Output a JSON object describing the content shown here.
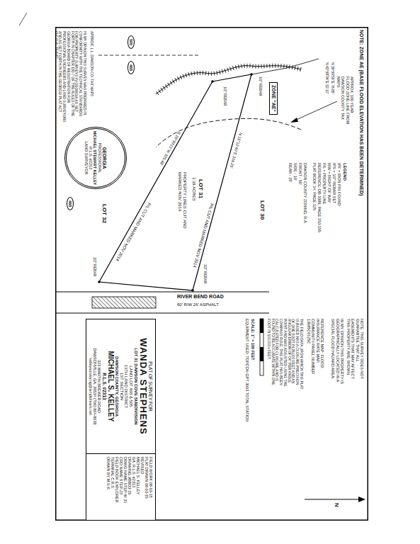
{
  "diagram": {
    "nodes": [
      {
        "text": [
          "PLAT OF SURVEY FOR",
          "WANDA STEPHENS",
          "LOT 31 DAWSON COVE SUBDIVISION",
          "LAND LOT 468 & 505",
          "13TH LAND DISTRICT",
          "1ST SECTION",
          "DAWSON COUNTY, GEORGIA",
          "MICHAEL S. KELLEY",
          "R.L.S. #2313",
          "323 MARTIN BREWER ROAD",
          "DAWSONVILLE, GA. 30534 (706) 864-8639",
          "kelleysurveying@windstream.net",
          "FIELD WORK 08-03-15",
          "PLAT DRAWN 08-03-15",
          "REVISED",
          "MICHAEL S. KELLEY",
          "GA. R.L.S. #2313",
          "DRAWING #BBD3-15",
          "DRWG NAME STEP-W 31",
          "CRD NAME STEP-23",
          "FIELD BOOK EXPLORER",
          "TERMINAL C.R.S.",
          "DRAWN BY M.S.K."
        ]
      },
      {
        "text": [
          "GEORGIA",
          "PROFESSIONAL",
          "MICHAEL STEWART KELLEY",
          "R.L.S. #2313",
          "LAND SURVEYOR"
        ]
      },
      {
        "text": [
          "ZONE \"AE\""
        ]
      },
      {
        "text": [
          "505"
        ]
      },
      {
        "text": [
          "468"
        ]
      },
      {
        "text": [
          "468"
        ]
      }
    ],
    "labels": [
      "NOTE: ZONE AE (BASE FLOOD ELEVATION HAS BEEN DETERMINED)",
      "APPROX. 100 YEAR FLOOD ZONE LINE FROM DAWSON COUNTY TAX MAPS",
      "N 39°59'59\"E 76.85'",
      "N 43°58'34\"E 52.10'",
      "LEGEND",
      "IPF = IRON PIN FOUND",
      "IPS = 1/2\" REBAR SET",
      "R/W = RIGHT OF WAY",
      "P/L = PROPERTY LINE",
      "REFERENCE: DB 1089, PAGE 153-155",
      "PLAT BOOK 14, PAGE 125",
      "DAWSON COUNTY ZONING: R-A",
      "FRONT - 50'",
      "SIDE - 10'",
      "REAR - 25'",
      "LOT 30",
      "LOT 31",
      "3.39 ACRES",
      "PROPERTY LINES CUT AND MARKED NOV 2014",
      "P/L CUT AND MARKED NOV 2014",
      "S 29°30'21\"W 325.48'",
      "P/L CUT AND MARKED NOV 2014",
      "N 15°12'40\"E 316.25'",
      "1/2\" REBAR",
      "1/2\" REBAR",
      "1/2\" REBAR",
      "1/2\" REBAR",
      "RIVER BEND ROAD",
      "60' R/W 26' ASPHALT",
      "LOT 32",
      "APPROX. L.L. DAWSON CO. TAX MAPS",
      "IN MY OPINION THIS SURVEY WAS PREPARED IN CONFORMITY WITH THE TECHNICAL STANDARDS FOR PROPERTY SURVEYS IN GEORGIA AS SET FORTH IN CHAPTER 180-7 OF THE RULES OF THE GEORGIA BOARD OF REGISTRATION FOR PROFESSIONAL ENGINEERS AND LAND SURVEYORS AND AS SET FORTH IN THE GEORGIA PLAT ACT O.C.G.A. 15-6-67.",
      "NOTE: THIS SURVEY DOES NOT GUARANTEE THAT ALL EASEMENTS THAT MAY AFFECT THIS PROPERTY ARE SHOWN.",
      "IN MY OPINION THIS PROPERTY IS GEOGRAPHICALLY LOCATED IN A SPECIAL FLOOD HAZARD AREA.",
      "REFERENCE MAP: FLOOD INSURANCE RATE MAP, COMMUNITY-PANEL NUMBER 13085C0125C",
      "THE FIELD DATA UPON WHICH THIS PLAT IS BASED HAS A CLOSURE PRECISION OF ONE FOOT IN 26,000 FEET AND AN ANGULAR ERROR OF 04\" PER ANGLE POINT AND WAS ADJUSTED USING THE COMPASS RULE. THIS PLAT HAS BEEN CALCULATED FOR CLOSURE AND IS FOUND TO BE ACCURATE WITHIN ONE FOOT IN 100,000+ FEET.",
      "SCALE: 1\" = 100 FEET",
      "EQUIPMENT USED: TOPCON GPT 3003 TOTAL STATION",
      "N"
    ]
  }
}
